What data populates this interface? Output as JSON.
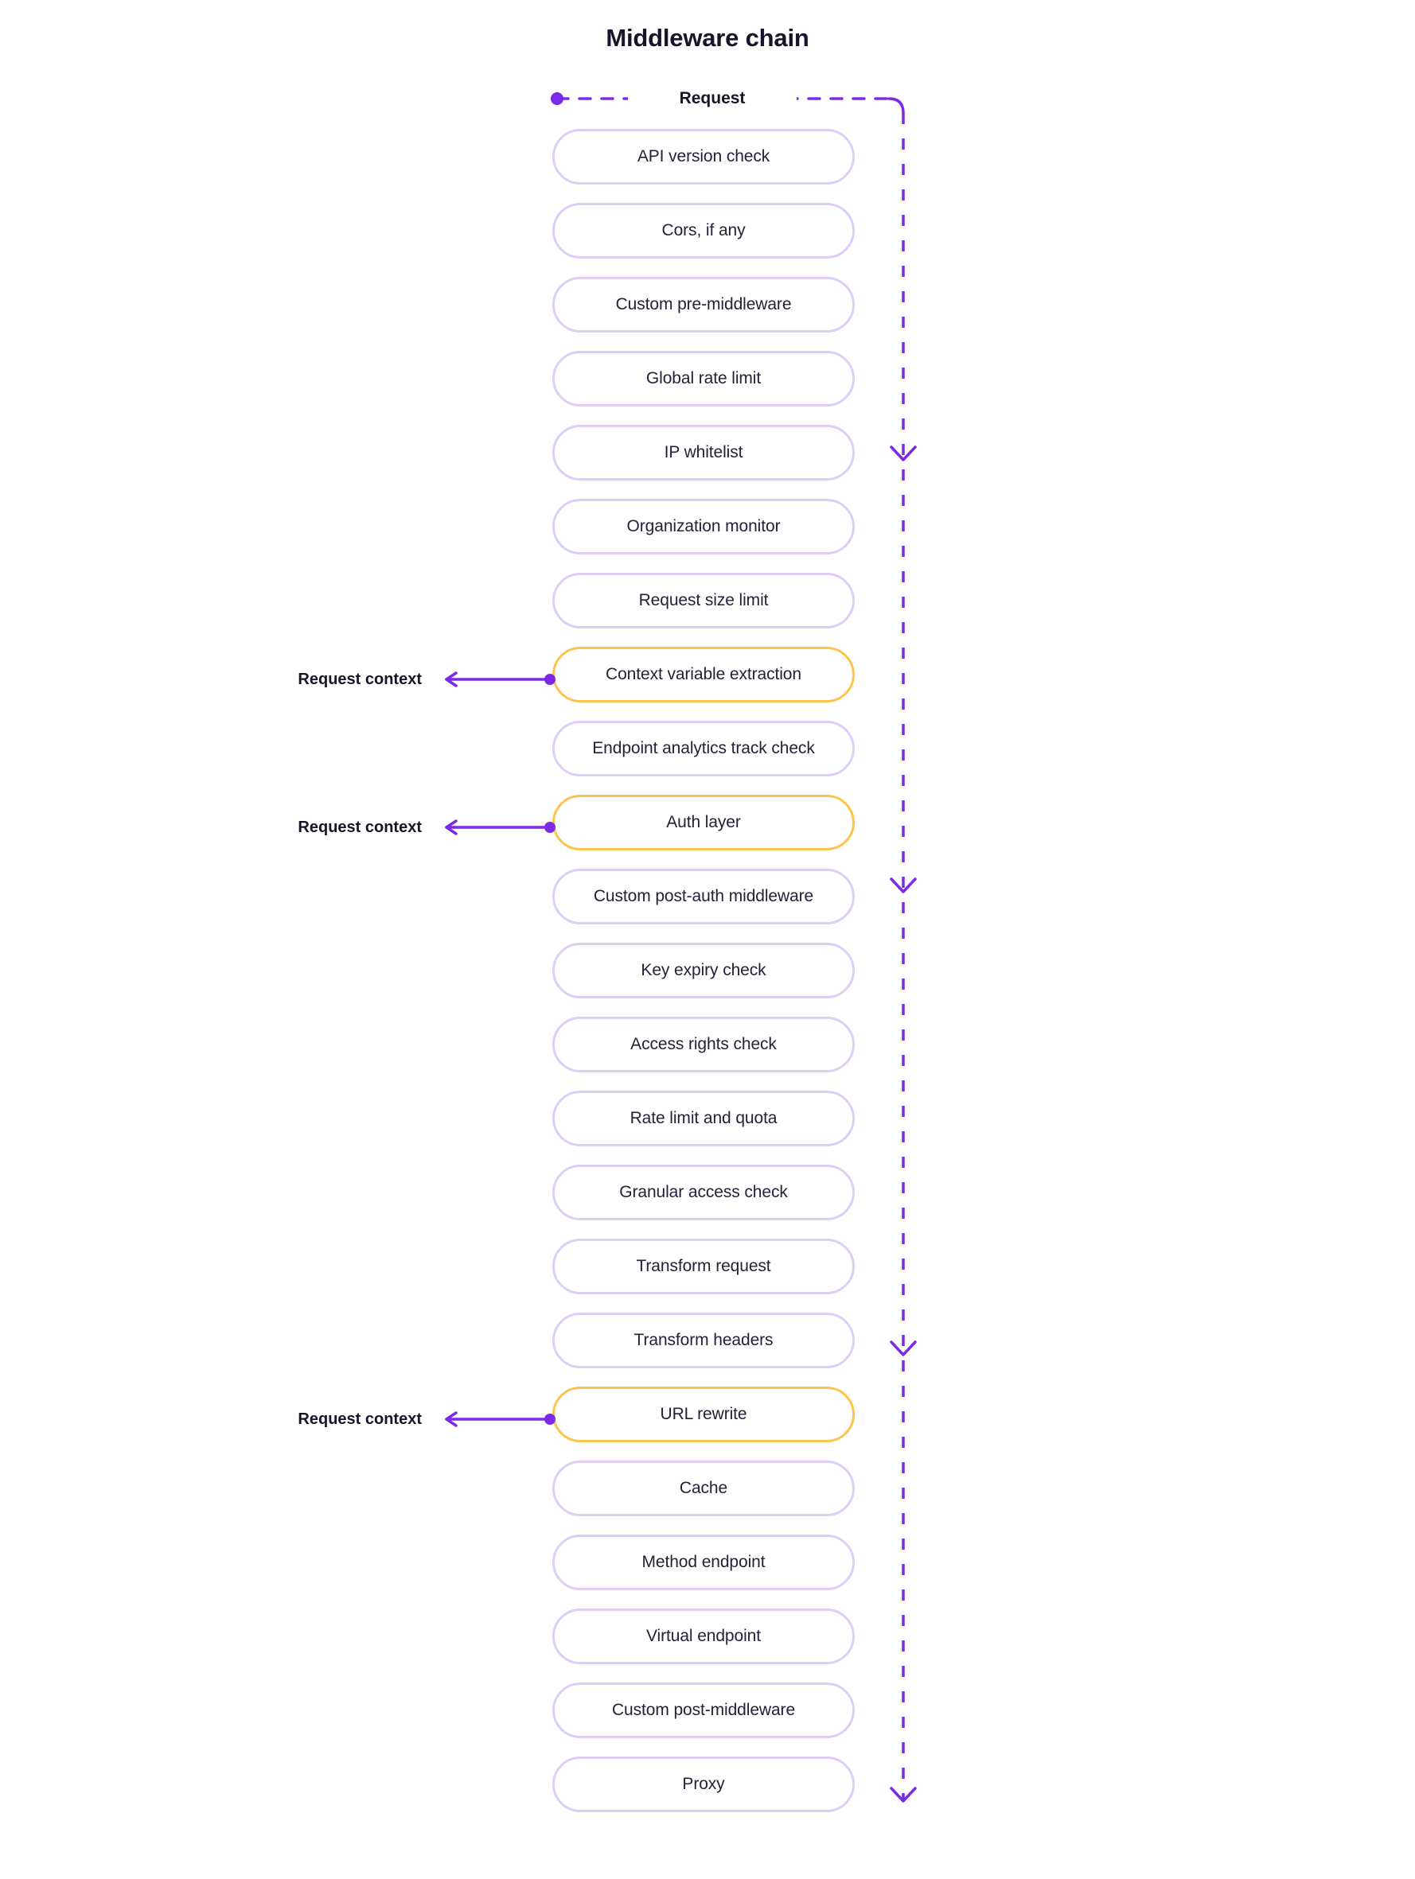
{
  "title": "Middleware chain",
  "colors": {
    "node_border": "#ddcdf7",
    "node_border_highlight": "#fbc44d",
    "flow_line": "#7c2ae8",
    "text": "#22223a"
  },
  "flow": {
    "entry_label": "Request",
    "entry_dot": "flow-start-dot",
    "arrow_count": 4
  },
  "annotations": [
    {
      "label": "Request context",
      "target": "Context variable extraction"
    },
    {
      "label": "Request context",
      "target": "Auth layer"
    },
    {
      "label": "Request context",
      "target": "URL rewrite"
    }
  ],
  "chain": [
    {
      "label": "API version check",
      "highlight": false
    },
    {
      "label": "Cors, if any",
      "highlight": false
    },
    {
      "label": "Custom pre-middleware",
      "highlight": false
    },
    {
      "label": "Global rate limit",
      "highlight": false
    },
    {
      "label": "IP whitelist",
      "highlight": false
    },
    {
      "label": "Organization monitor",
      "highlight": false
    },
    {
      "label": "Request size limit",
      "highlight": false
    },
    {
      "label": "Context variable extraction",
      "highlight": true
    },
    {
      "label": "Endpoint analytics track check",
      "highlight": false
    },
    {
      "label": "Auth layer",
      "highlight": true
    },
    {
      "label": "Custom post-auth middleware",
      "highlight": false
    },
    {
      "label": "Key expiry check",
      "highlight": false
    },
    {
      "label": "Access rights check",
      "highlight": false
    },
    {
      "label": "Rate limit and quota",
      "highlight": false
    },
    {
      "label": "Granular access check",
      "highlight": false
    },
    {
      "label": "Transform request",
      "highlight": false
    },
    {
      "label": "Transform headers",
      "highlight": false
    },
    {
      "label": "URL rewrite",
      "highlight": true
    },
    {
      "label": "Cache",
      "highlight": false
    },
    {
      "label": "Method endpoint",
      "highlight": false
    },
    {
      "label": "Virtual endpoint",
      "highlight": false
    },
    {
      "label": "Custom post-middleware",
      "highlight": false
    },
    {
      "label": "Proxy",
      "highlight": false
    }
  ]
}
